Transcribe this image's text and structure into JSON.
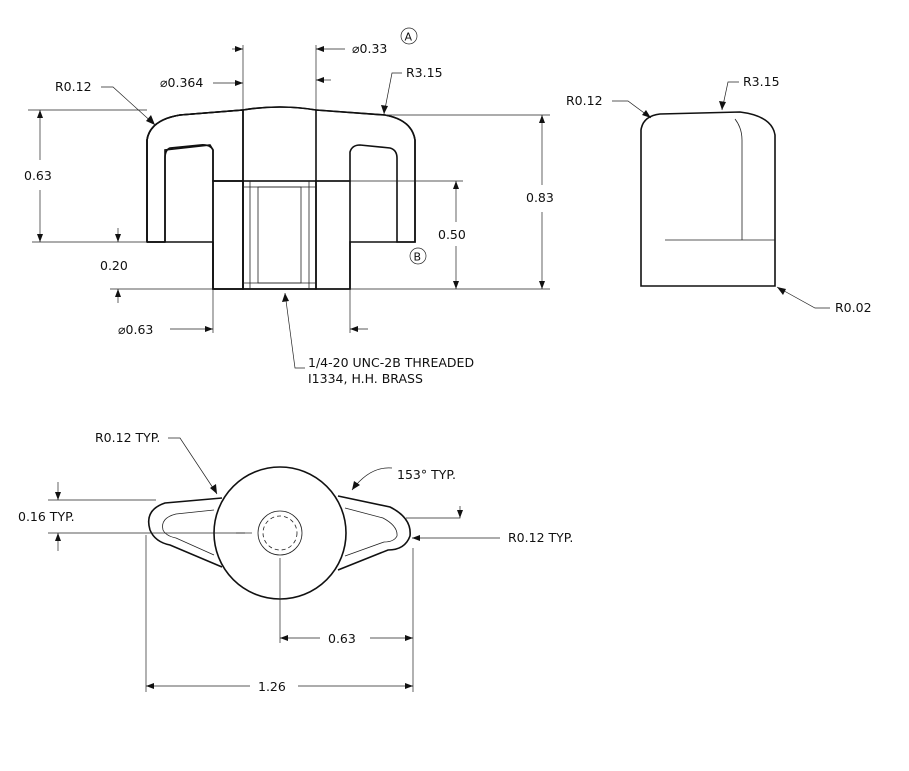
{
  "section_view": {
    "r_top_left": "R0.12",
    "dia_bore": "⌀0.364",
    "dia_thread": "⌀0.33",
    "datum_a": "A",
    "r_crown": "R3.15",
    "height_rim": "0.63",
    "height_overall": "0.83",
    "height_insert": "0.50",
    "hub_step": "0.20",
    "datum_b": "B",
    "dia_hub": "⌀0.63",
    "insert_note_line1": "1/4-20 UNC-2B THREADED",
    "insert_note_line2": "I1334, H.H. BRASS"
  },
  "side_view": {
    "r_corner": "R0.12",
    "r_crown": "R3.15",
    "r_base": "R0.02"
  },
  "top_view": {
    "r_wing_top": "R0.12 TYP.",
    "angle": "153° TYP.",
    "wing_thickness": "0.16 TYP.",
    "r_wing_tip": "R0.12 TYP.",
    "half_span": "0.63",
    "overall_span": "1.26"
  }
}
